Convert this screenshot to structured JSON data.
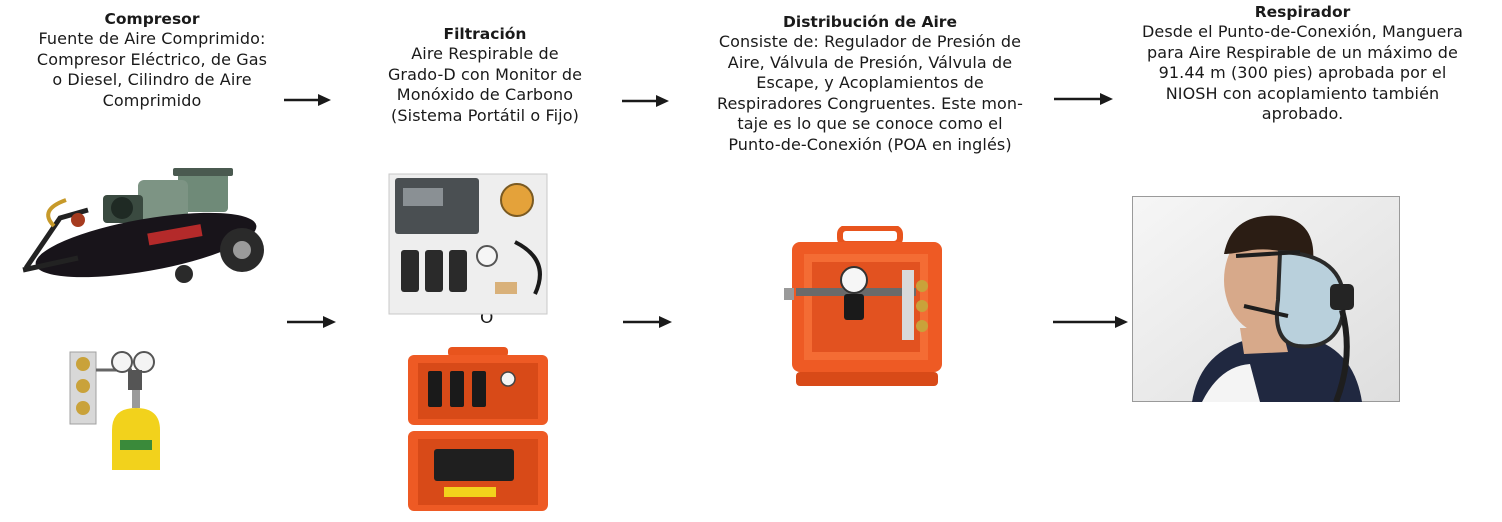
{
  "stages": [
    {
      "title": "Compresor",
      "lines": [
        "Fuente de Aire Comprimido:",
        "Compresor Eléctrico, de Gas",
        "o Diesel, Cilindro de Aire",
        "Comprimido"
      ]
    },
    {
      "title": "Filtración",
      "lines": [
        "Aire Respirable de",
        "Grado-D con Monitor de",
        "Monóxido de Carbono",
        "(Sistema Portátil o Fijo)"
      ]
    },
    {
      "title": "Distribución de Aire",
      "lines": [
        "Consiste de: Regulador de Presión de",
        "Aire, Válvula de Presión, Válvula de",
        "Escape, y Acoplamientos de",
        "Respiradores Congruentes. Este mon-",
        "taje es lo que se conoce como el",
        "Punto-de-Conexión (POA en inglés)"
      ]
    },
    {
      "title": "Respirador",
      "lines": [
        "Desde el Punto-de-Conexión, Manguera",
        "para Aire Respirable de un máximo de",
        "91.44 m (300 pies) aprobada por el",
        "NIOSH con acoplamiento también",
        "aprobado."
      ]
    }
  ],
  "filtration_or": "O",
  "colors": {
    "arrow": "#1a1a1a",
    "case_orange": "#ee5a24",
    "cylinder_yellow": "#f2d21c"
  }
}
